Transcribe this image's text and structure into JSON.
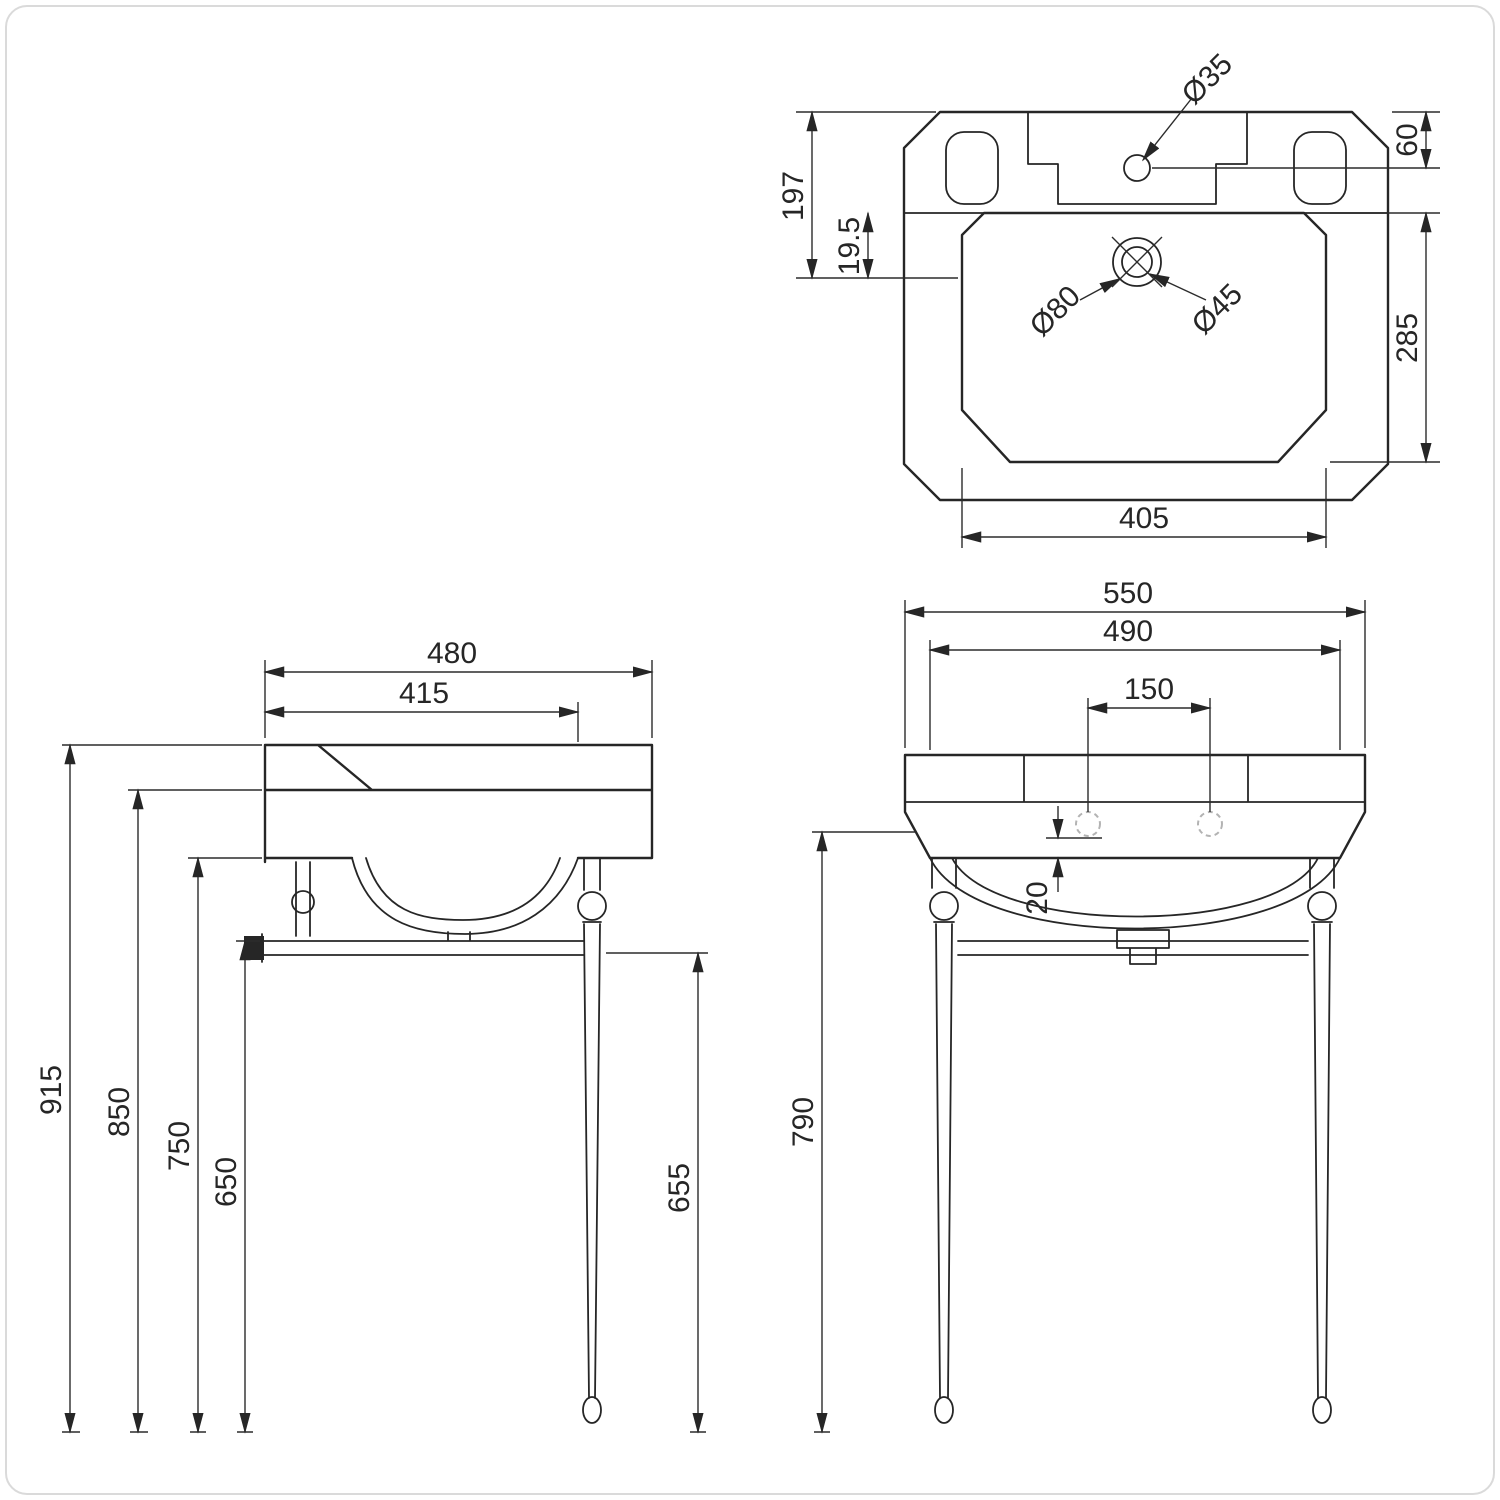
{
  "drawing": {
    "kind": "basin-washstand-technical-drawing"
  },
  "views": {
    "plan": {
      "dims": {
        "d35": "Ø35",
        "d60": "60",
        "d197": "197",
        "d19_5": "19.5",
        "d285": "285",
        "d405": "405",
        "d80": "Ø80",
        "d45": "Ø45"
      }
    },
    "side": {
      "dims": {
        "d480": "480",
        "d415": "415",
        "d915": "915",
        "d850": "850",
        "d750": "750",
        "d650": "650",
        "d655": "655"
      }
    },
    "front": {
      "dims": {
        "d550": "550",
        "d490": "490",
        "d150": "150",
        "d20": "20",
        "d790": "790"
      }
    }
  }
}
